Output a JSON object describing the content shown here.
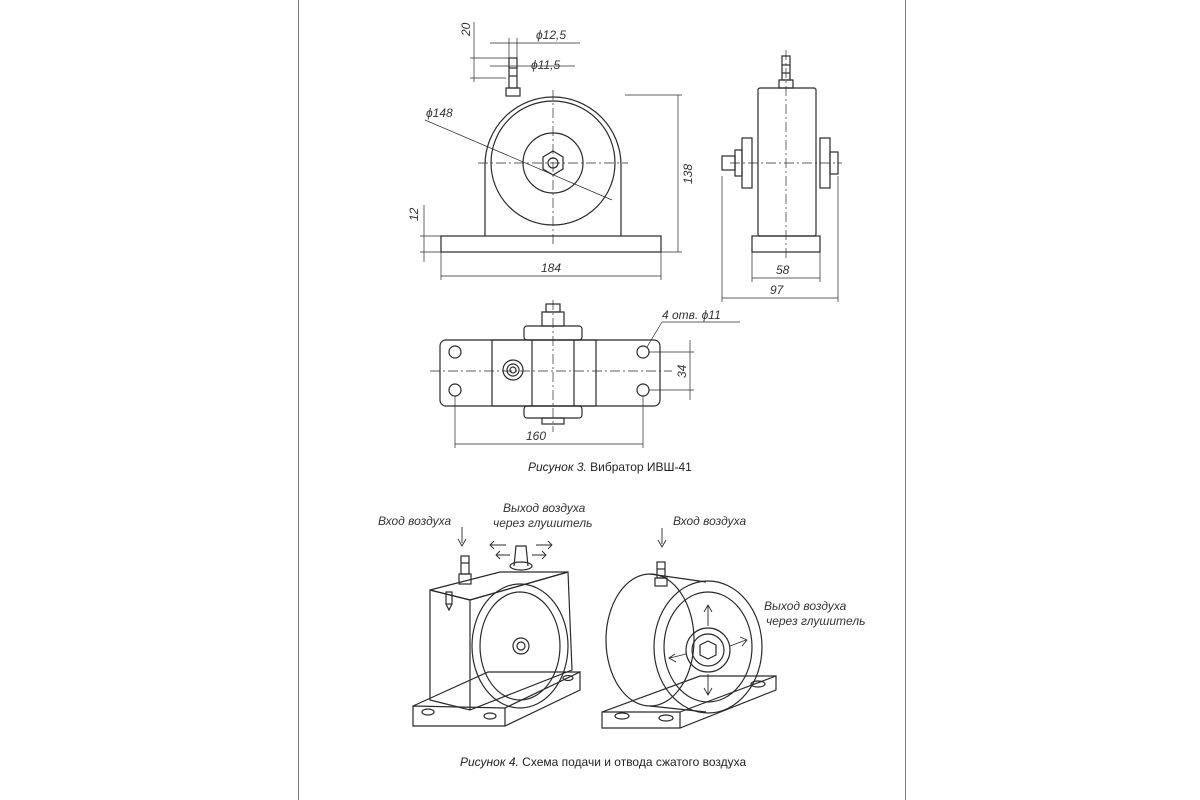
{
  "figure3": {
    "caption_label": "Рисунок 3.",
    "caption_text": "Вибратор ИВШ-41",
    "dims": {
      "d_12_5": "ϕ12,5",
      "d_11_5": "ϕ11,5",
      "h_20": "20",
      "d_148": "ϕ148",
      "h_138": "138",
      "h_12": "12",
      "w_184": "184",
      "w_58": "58",
      "w_97": "97",
      "holes": "4 отв. ϕ11",
      "h_34": "34",
      "w_160": "160"
    }
  },
  "figure4": {
    "caption_label": "Рисунок 4.",
    "caption_text": "Схема подачи и отвода сжатого воздуха",
    "labels": {
      "air_in_left": "Вход воздуха",
      "air_out_top_1": "Выход воздуха",
      "air_out_top_2": "через глушитель",
      "air_in_right": "Вход воздуха",
      "air_out_right_1": "Выход воздуха",
      "air_out_right_2": "через глушитель"
    }
  },
  "colors": {
    "line": "#2a2a2a",
    "frame": "#7a7a7a",
    "dim": "#333333"
  }
}
